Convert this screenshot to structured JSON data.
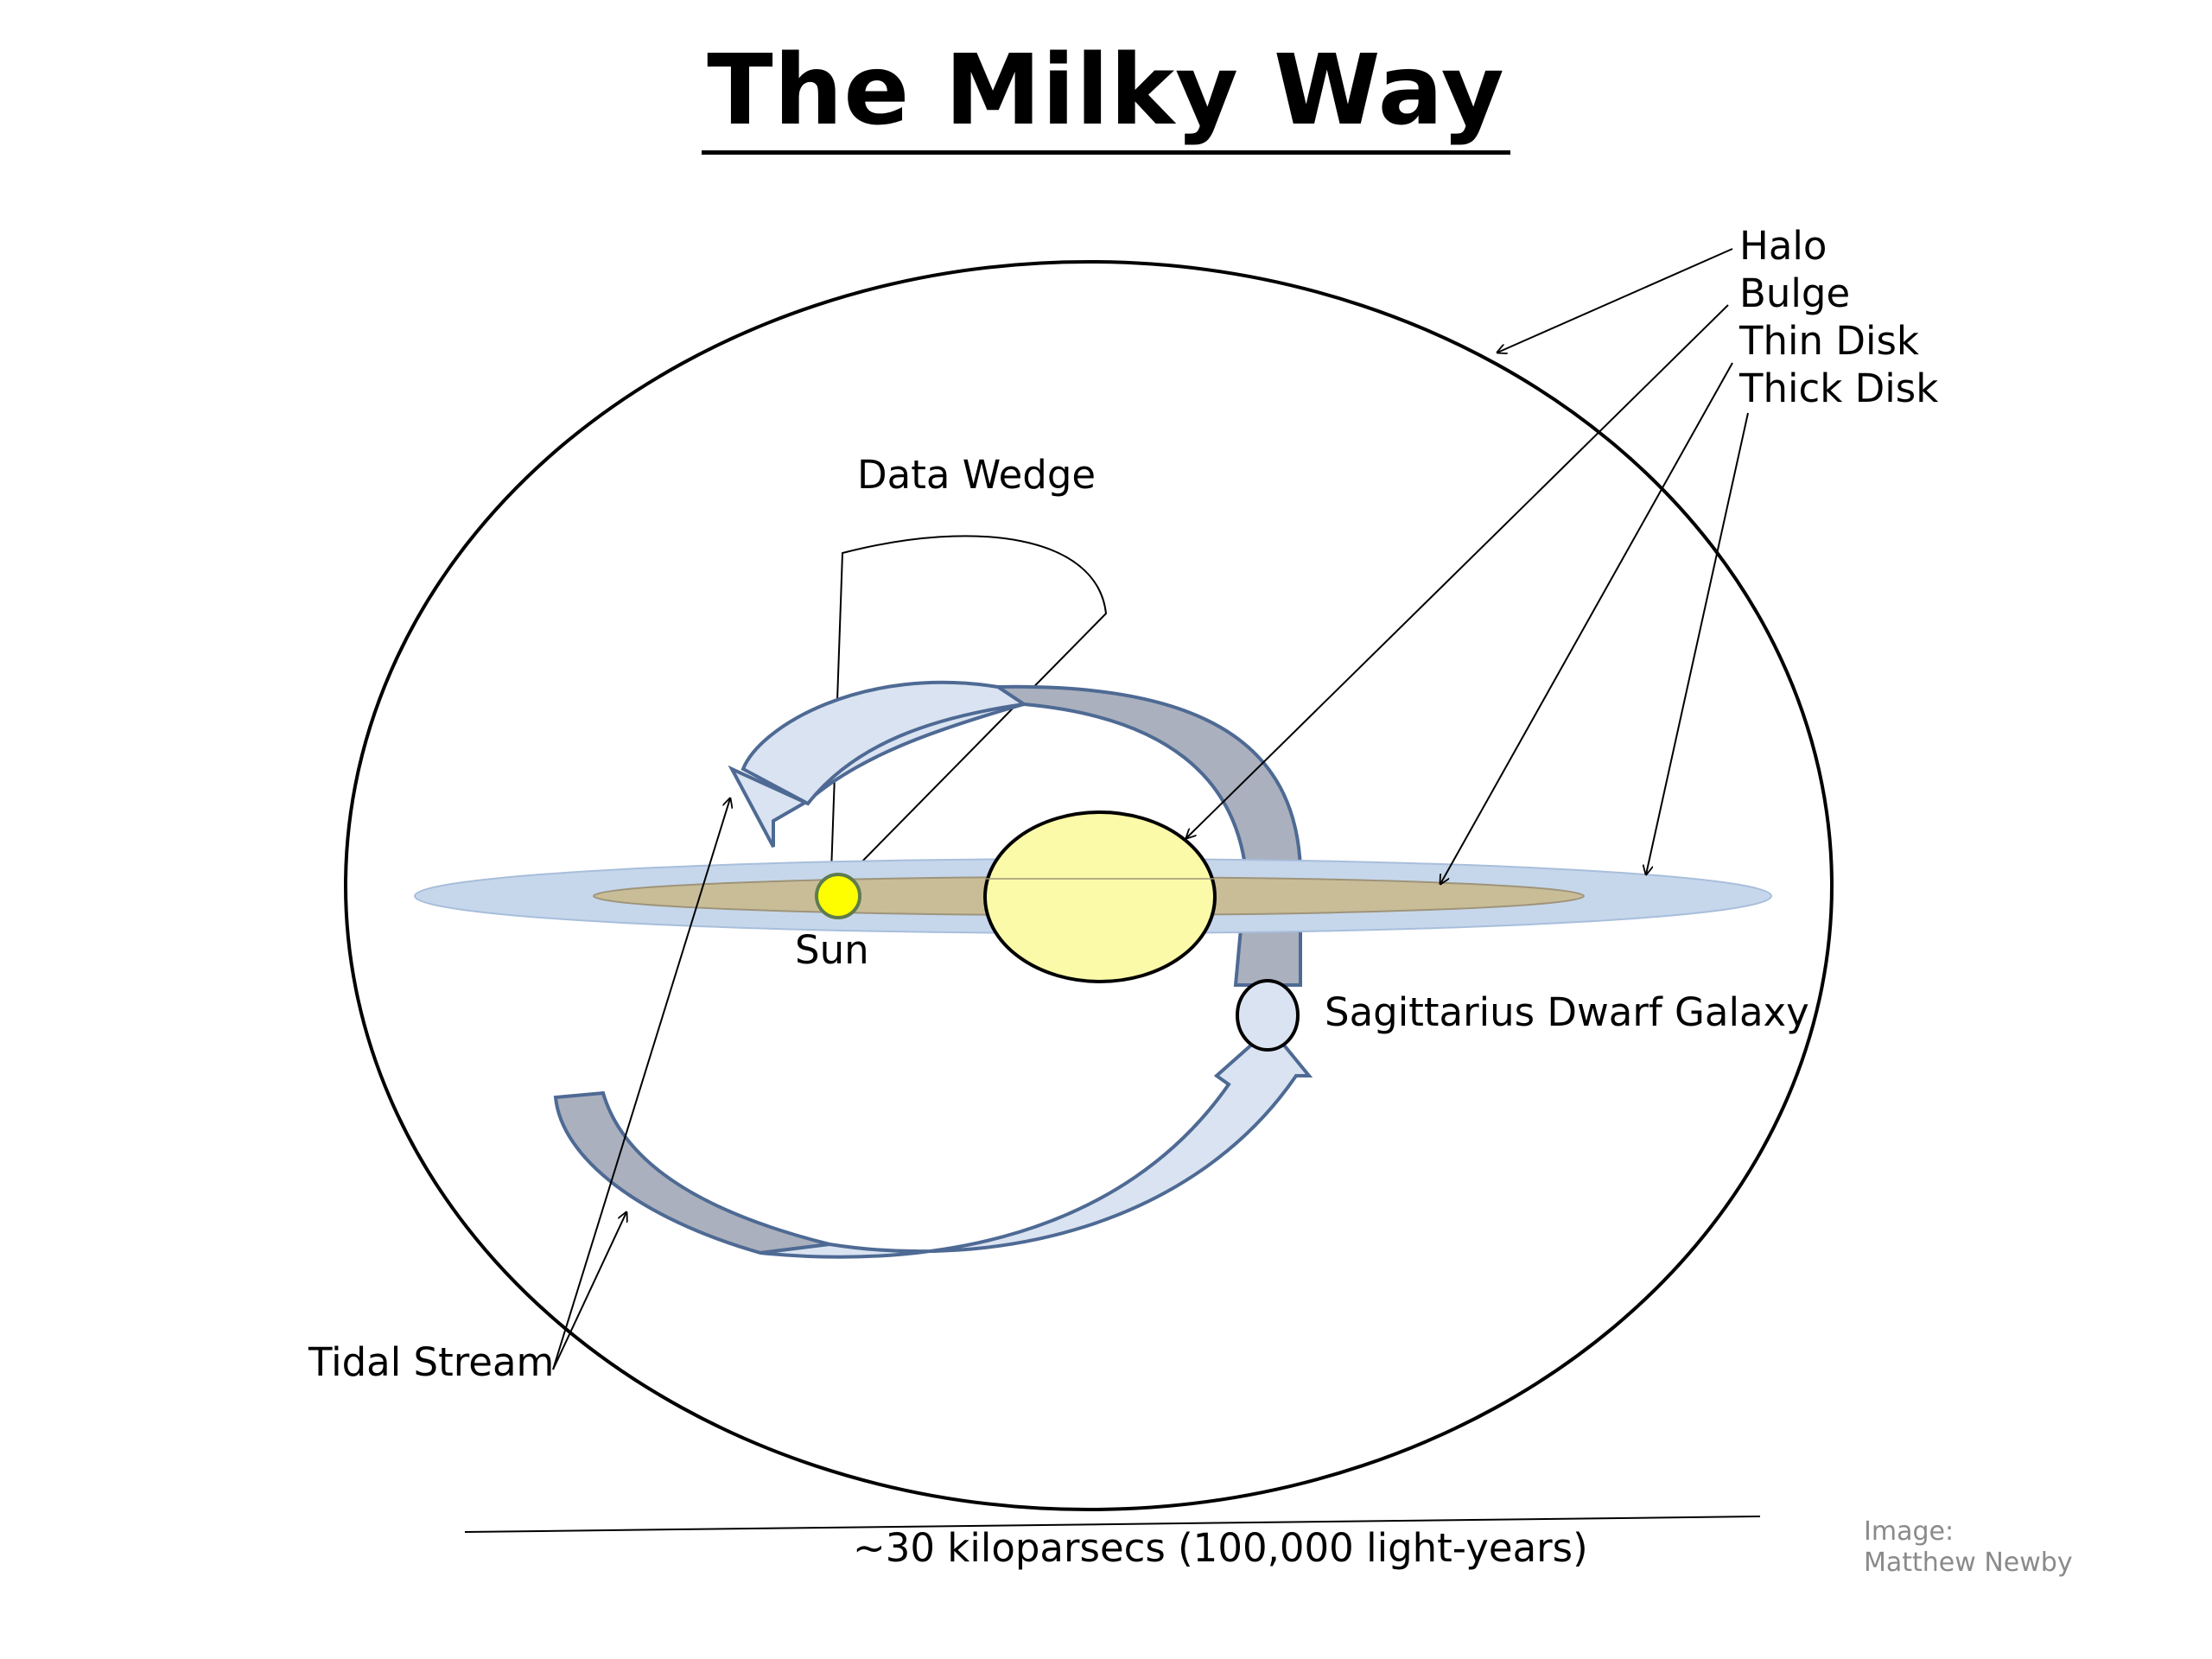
{
  "title": "The Milky Way",
  "labels": {
    "halo": "Halo",
    "bulge": "Bulge",
    "thin_disk": "Thin Disk",
    "thick_disk": "Thick Disk",
    "data_wedge": "Data Wedge",
    "sun": "Sun",
    "sagittarius": "Sagittarius Dwarf Galaxy",
    "tidal_stream": "Tidal Stream",
    "scale": "~30 kiloparsecs (100,000 light-years)"
  },
  "credit": {
    "line1": "Image:",
    "line2": "Matthew Newby"
  },
  "colors": {
    "thick_disk": "#c6d7ec",
    "thin_disk": "#c9bd98",
    "bulge": "#fbfaa8",
    "sun": "#fefe00",
    "stream_front": "#dae3f1",
    "stream_back": "#aab0bd",
    "stream_outline": "#4e6a94"
  }
}
